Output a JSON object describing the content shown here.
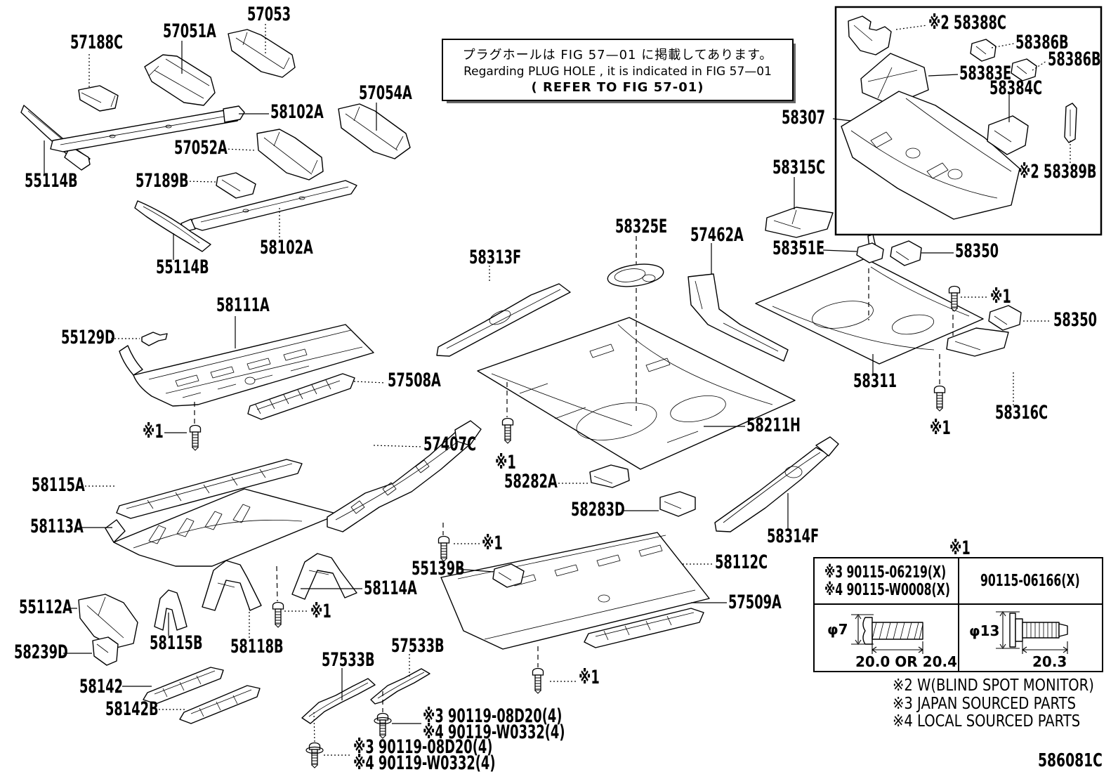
{
  "note_box": {
    "jp": "プラグホールは FIG  57—01 に掲載してあります。",
    "en": "Regarding  PLUG  HOLE , it is indicated in FIG  57—01",
    "refer": "( REFER  TO  FIG  57-01)"
  },
  "labels": [
    {
      "t": "57188C"
    },
    {
      "t": "57051A"
    },
    {
      "t": "57053"
    },
    {
      "t": "58102A"
    },
    {
      "t": "57054A"
    },
    {
      "t": "57052A"
    },
    {
      "t": "57189B"
    },
    {
      "t": "55114B"
    },
    {
      "t": "55114B"
    },
    {
      "t": "58102A"
    },
    {
      "t": "58111A"
    },
    {
      "t": "55129D"
    },
    {
      "t": "57508A"
    },
    {
      "t": "※1"
    },
    {
      "t": "58115A"
    },
    {
      "t": "58113A"
    },
    {
      "t": "57407C"
    },
    {
      "t": "55112A"
    },
    {
      "t": "58239D"
    },
    {
      "t": "58115B"
    },
    {
      "t": "58118B"
    },
    {
      "t": "58142"
    },
    {
      "t": "58142B"
    },
    {
      "t": "57533B"
    },
    {
      "t": "57533B"
    },
    {
      "t": "58114A"
    },
    {
      "t": "55139B"
    },
    {
      "t": "※1"
    },
    {
      "t": "※1"
    },
    {
      "t": "※1"
    },
    {
      "t": "58313F"
    },
    {
      "t": "58325E"
    },
    {
      "t": "57462A"
    },
    {
      "t": "58211H"
    },
    {
      "t": "58282A"
    },
    {
      "t": "58283D"
    },
    {
      "t": "58314F"
    },
    {
      "t": "58112C"
    },
    {
      "t": "57509A"
    },
    {
      "t": "※1"
    },
    {
      "t": "※3 90119-08D20(4)"
    },
    {
      "t": "※4 90119-W0332(4)"
    },
    {
      "t": "※3 90119-08D20(4)"
    },
    {
      "t": "※4 90119-W0332(4)"
    },
    {
      "t": "58307"
    },
    {
      "t": "※2 58388C"
    },
    {
      "t": "58386B"
    },
    {
      "t": "58386B"
    },
    {
      "t": "58383E"
    },
    {
      "t": "58384C"
    },
    {
      "t": "※2 58389B"
    },
    {
      "t": "58315C"
    },
    {
      "t": "58351E"
    },
    {
      "t": "58350"
    },
    {
      "t": "※1"
    },
    {
      "t": "58350"
    },
    {
      "t": "58311"
    },
    {
      "t": "58316C"
    },
    {
      "t": "※1"
    },
    {
      "t": "※1"
    }
  ],
  "fastener_table": {
    "ref_mark": "※1",
    "col1_line1": "※3 90115-06219(X)",
    "col1_line2": "※4 90115-W0008(X)",
    "col2": "90115-06166(X)",
    "left_diameter": "φ7",
    "left_length": "20.0 OR 20.4",
    "right_diameter": "φ13",
    "right_length": "20.3"
  },
  "footnotes": {
    "bsm": "※2 W(BLIND SPOT MONITOR)",
    "japan": "※3 JAPAN SOURCED PARTS",
    "local": "※4 LOCAL SOURCED PARTS"
  },
  "figure_id": "586081C"
}
